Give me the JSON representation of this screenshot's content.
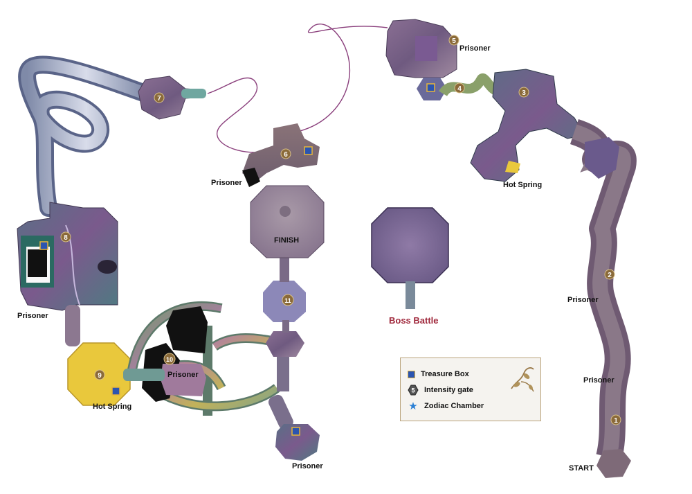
{
  "labels": {
    "prisoner_top_right": "Prisoner",
    "prisoner_6": "Prisoner",
    "prisoner_8": "Prisoner",
    "prisoner_10": "Prisoner",
    "prisoner_bottom": "Prisoner",
    "prisoner_right_mid": "Prisoner",
    "prisoner_right_low": "Prisoner",
    "hot_spring_right": "Hot Spring",
    "hot_spring_left": "Hot Spring",
    "finish": "FINISH",
    "boss_battle": "Boss Battle",
    "start": "START"
  },
  "gates": [
    "1",
    "2",
    "3",
    "4",
    "5",
    "6",
    "7",
    "8",
    "9",
    "10",
    "11"
  ],
  "legend": {
    "treasure_box": "Treasure Box",
    "intensity_gate": "Intensity gate",
    "intensity_gate_icon": "5",
    "zodiac_chamber": "Zodiac Chamber"
  },
  "icons": {
    "treasure_box": "square-icon",
    "intensity_gate": "hexagon-icon",
    "zodiac_chamber": "star-icon"
  },
  "colors": {
    "treasure_box_fill": "#2b55b0",
    "treasure_box_border": "#e6b53a",
    "gate_fill": "#8a6a3a",
    "boss_label": "#a0283c",
    "hot_spring": "#e8c43a",
    "zodiac_star": "#2a7fd4"
  }
}
